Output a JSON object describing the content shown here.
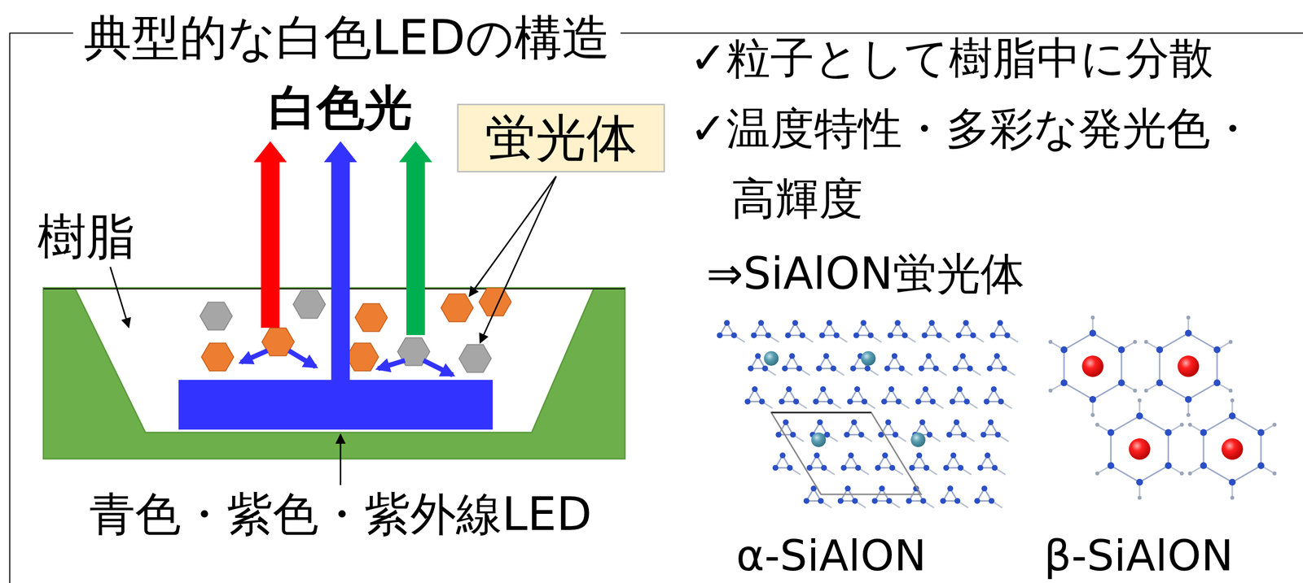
{
  "diagram": {
    "title": "典型的な白色LEDの構造",
    "nodes": [
      {
        "text": [
          "蛍光体"
        ]
      }
    ],
    "labels": [
      "白色光",
      "樹脂",
      "青色・紫色・紫外線LED",
      "✓粒子として樹脂中に分散",
      "✓温度特性・多彩な発光色・ 高輝度",
      "⇒SiAlON蛍光体",
      "α-SiAlON",
      "β-SiAlON"
    ]
  }
}
